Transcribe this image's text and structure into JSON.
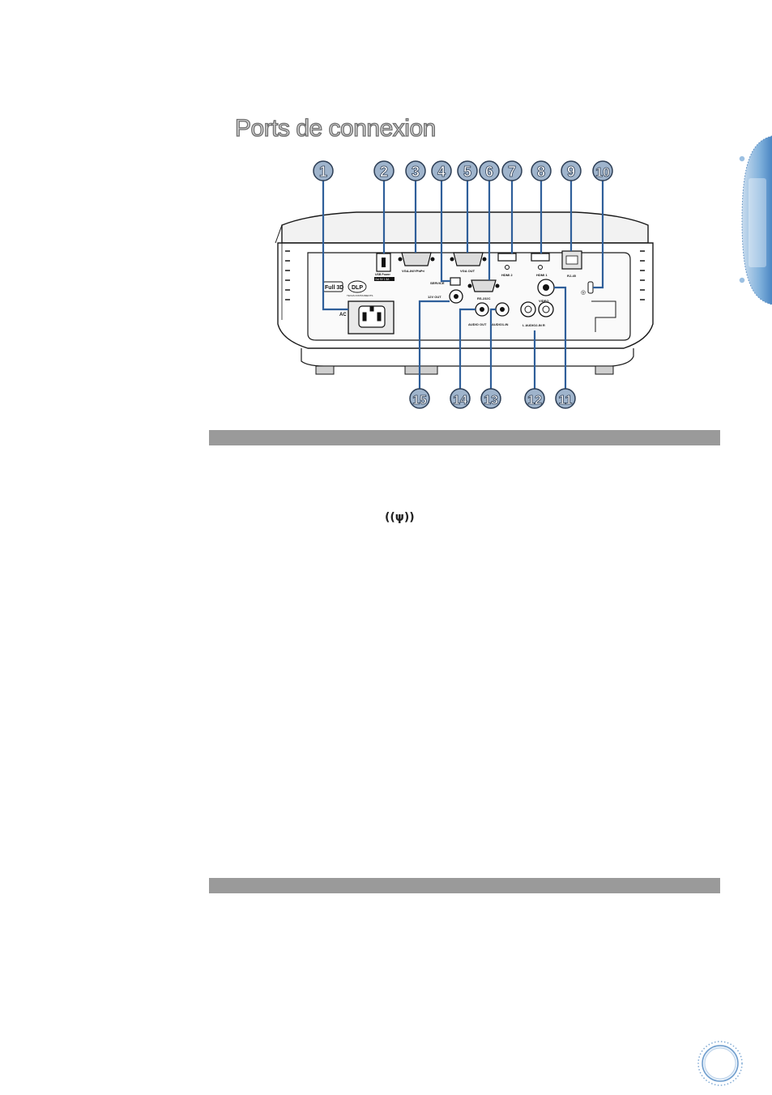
{
  "document": {
    "section_title": "Ports de connexion",
    "antenna_symbol": "((ψ))"
  },
  "figure": {
    "callouts_top": [
      "1",
      "2",
      "3",
      "4",
      "5",
      "6",
      "7",
      "8",
      "9",
      "10"
    ],
    "callouts_bottom": [
      "15",
      "14",
      "13",
      "12",
      "11"
    ],
    "port_labels": {
      "usb_power": "USB Power",
      "usb_power_spec": "Out 5V 1.5A",
      "vga_in": "VGA-IN/YPbPr/",
      "vga_out": "VGA OUT",
      "hdmi2": "HDMI 2",
      "hdmi1": "HDMI 1",
      "rj45": "RJ-45",
      "service": "SERVICE",
      "rs232": "RS-232C",
      "video": "VIDEO",
      "out12v": "12V OUT",
      "audio_out": "AUDIO OUT",
      "audio1_in": "AUDIO1-IN",
      "audio2_in": "L  AUDIO2-IN  R",
      "ac": "AC",
      "full3d": "Full 3D",
      "dlp": "DLP",
      "dlp_sub": "TEXAS INSTRUMENTS"
    }
  },
  "colors": {
    "callout_fill": "#9fb4cc",
    "callout_stroke": "#2d3e55",
    "leader_line": "#2f5f9a",
    "section_bar": "#9a9a9a",
    "side_tab": "#4b86c3"
  }
}
